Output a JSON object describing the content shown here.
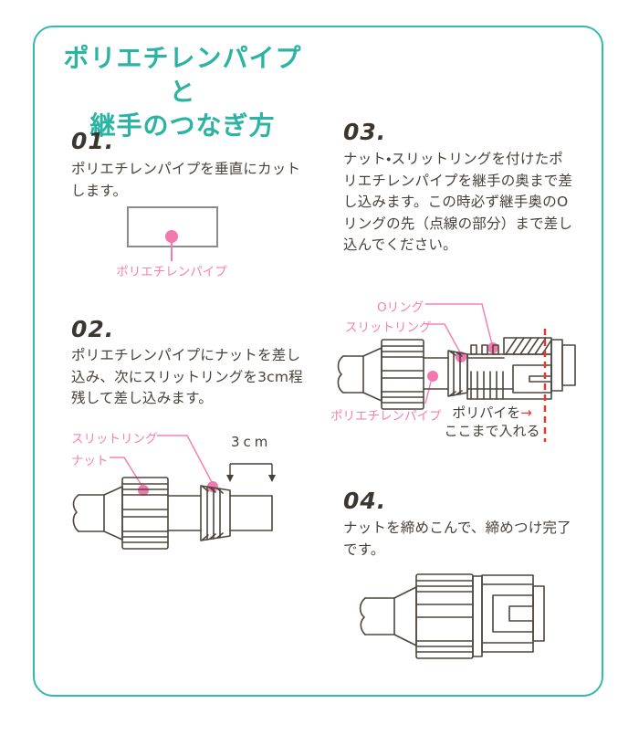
{
  "page": {
    "title_line1": "ポリエチレンパイプと",
    "title_line2": "継手のつなぎ方",
    "colors": {
      "accent_teal": "#2bb4a3",
      "border_teal": "#35b8ae",
      "label_pink": "#f580b2",
      "callout_dot_pink": "#f478ae",
      "guide_red": "#e0392e",
      "text_dark": "#47413b",
      "line_art": "#4d463f"
    }
  },
  "steps": [
    {
      "number": "01.",
      "text": "ポリエチレンパイプを垂直にカットします。"
    },
    {
      "number": "02.",
      "text": "ポリエチレンパイプにナットを差し込み、次にスリットリングを3cm程残して差し込みます。"
    },
    {
      "number": "03.",
      "text": "ナット・スリットリングを付けたポリエチレンパイプを継手の奥まで差し込みます。この時必ず継手奥のOリングの先（点線の部分）まで差し込んでください。"
    },
    {
      "number": "04.",
      "text": "ナットを締めこんで、締めつけ完了です。"
    }
  ],
  "figures": {
    "fig1": {
      "pipe_label": "ポリエチレンパイプ"
    },
    "fig2": {
      "slit_ring_label": "スリットリング",
      "nut_label": "ナット",
      "dimension_label": "3cm"
    },
    "fig3": {
      "oring_label": "Oリング",
      "slit_ring_label": "スリットリング",
      "pipe_label": "ポリエチレンパイプ",
      "note_text": "ポリパイを",
      "note_arrow": "→",
      "note_text2": "ここまで入れる"
    }
  }
}
